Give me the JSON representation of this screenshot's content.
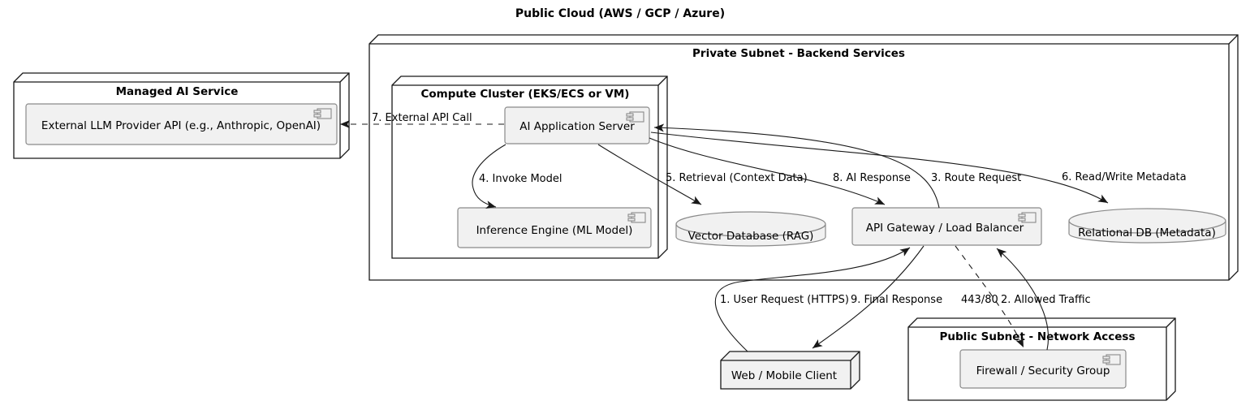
{
  "colors": {
    "background": "#ffffff",
    "node_border": "#181818",
    "component_border": "#8a8a8a",
    "shape_fill": "#f1f1f1",
    "arrow": "#181818",
    "text": "#000000"
  },
  "title": "Public Cloud (AWS / GCP / Azure)",
  "containers": {
    "managed_ai_service": {
      "label": "Managed AI Service"
    },
    "private_subnet": {
      "label": "Private Subnet - Backend Services"
    },
    "compute_cluster": {
      "label": "Compute Cluster (EKS/ECS or VM)"
    },
    "public_subnet": {
      "label": "Public Subnet - Network Access"
    }
  },
  "components": {
    "external_llm_api": {
      "label": "External LLM Provider API (e.g., Anthropic, OpenAI)"
    },
    "ai_app_server": {
      "label": "AI Application Server"
    },
    "inference_engine": {
      "label": "Inference Engine (ML Model)"
    },
    "api_gateway": {
      "label": "API Gateway / Load Balancer"
    },
    "firewall": {
      "label": "Firewall / Security Group"
    },
    "web_client": {
      "label": "Web / Mobile Client"
    }
  },
  "databases": {
    "vector_db": {
      "label": "Vector Database (RAG)"
    },
    "relational_db": {
      "label": "Relational DB (Metadata)"
    }
  },
  "edges": {
    "user_request": {
      "label": "1. User Request (HTTPS)",
      "style": "solid"
    },
    "allowed_traffic": {
      "label": "2. Allowed Traffic",
      "style": "solid"
    },
    "route_request": {
      "label": "3. Route Request",
      "style": "solid"
    },
    "invoke_model": {
      "label": "4. Invoke Model",
      "style": "solid"
    },
    "retrieval": {
      "label": "5. Retrieval (Context Data)",
      "style": "solid"
    },
    "read_write_metadata": {
      "label": "6. Read/Write Metadata",
      "style": "solid"
    },
    "external_api_call": {
      "label": "7. External API Call",
      "style": "dashed"
    },
    "ai_response": {
      "label": "8. AI Response",
      "style": "solid"
    },
    "final_response": {
      "label": "9. Final Response",
      "style": "solid"
    },
    "port_label": {
      "label": "443/80",
      "style": "dashed"
    }
  }
}
